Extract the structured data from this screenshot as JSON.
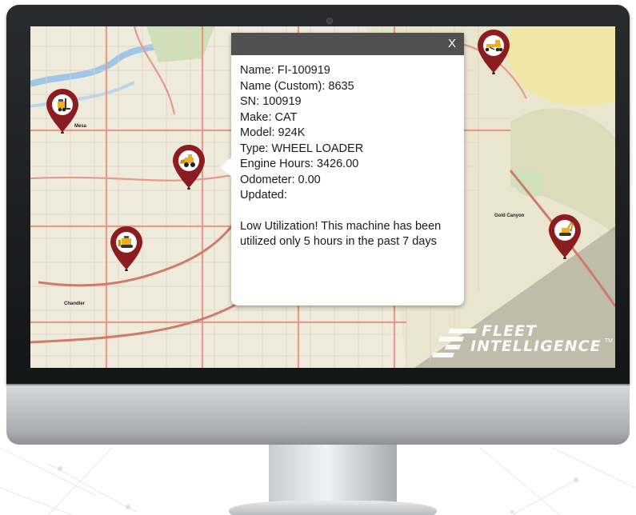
{
  "popup": {
    "close_label": "X",
    "lines": [
      "Name: FI-100919",
      "Name (Custom): 8635",
      "SN: 100919",
      "Make: CAT",
      "Model: 924K",
      "Type: WHEEL LOADER",
      "Engine Hours: 3426.00",
      "Odometer: 0.00",
      "Updated:"
    ],
    "note": "Low Utilization! This machine has been utilized only 5 hours in the past 7 days"
  },
  "map": {
    "labels": [
      "Mesa",
      "Chandler",
      "Gold Canyon"
    ]
  },
  "markers": [
    {
      "name": "forklift-icon"
    },
    {
      "name": "wheel-loader-icon"
    },
    {
      "name": "bulldozer-icon"
    },
    {
      "name": "motor-grader-icon"
    },
    {
      "name": "excavator-icon"
    }
  ],
  "logo": {
    "line1": "FLEET",
    "line2": "INTELLIGENCE",
    "tm": "TM"
  },
  "colors": {
    "marker": "#8b1c1f",
    "popup_header": "#505050",
    "bezel": "#1c1d1f",
    "map_road": "#e8a08e"
  }
}
